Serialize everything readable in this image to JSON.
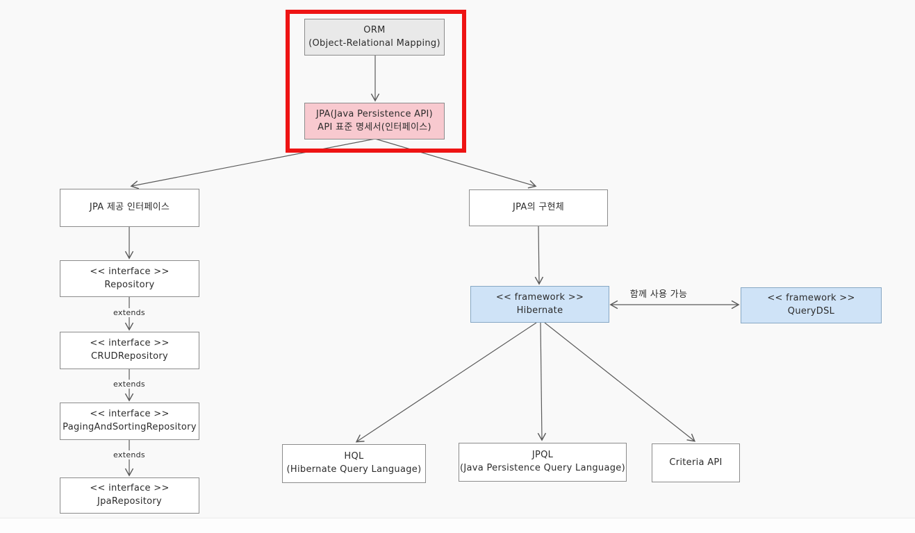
{
  "nodes": {
    "orm": {
      "line1": "ORM",
      "line2": "(Object-Relational Mapping)"
    },
    "jpa": {
      "line1": "JPA(Java Persistence API)",
      "line2": "API 표준 명세서(인터페이스)"
    },
    "jpa_interfaces": {
      "line1": "JPA 제공 인터페이스"
    },
    "repository": {
      "line1": "<< interface >>",
      "line2": "Repository"
    },
    "crud": {
      "line1": "<< interface >>",
      "line2": "CRUDRepository"
    },
    "paging": {
      "line1": "<< interface >>",
      "line2": "PagingAndSortingRepository"
    },
    "jparepo": {
      "line1": "<< interface >>",
      "line2": "JpaRepository"
    },
    "impl": {
      "line1": "JPA의 구현체"
    },
    "hibernate": {
      "line1": "<< framework >>",
      "line2": "Hibernate"
    },
    "querydsl": {
      "line1": "<< framework >>",
      "line2": "QueryDSL"
    },
    "hql": {
      "line1": "HQL",
      "line2": "(Hibernate Query Language)"
    },
    "jpql": {
      "line1": "JPQL",
      "line2": "(Java Persistence Query Language)"
    },
    "criteria": {
      "line1": "Criteria API"
    }
  },
  "edge_labels": {
    "extends_1": "extends",
    "extends_2": "extends",
    "extends_3": "extends",
    "together": "함께 사용 가능"
  },
  "colors": {
    "background": "#f9f9f9",
    "highlight_border": "#ee1414",
    "node_gray": "#e9e9e9",
    "node_pink": "#f8c9cf",
    "node_blue": "#cfe3f7",
    "node_border": "#8b8b8b",
    "edge_line": "#5a5a5a"
  }
}
